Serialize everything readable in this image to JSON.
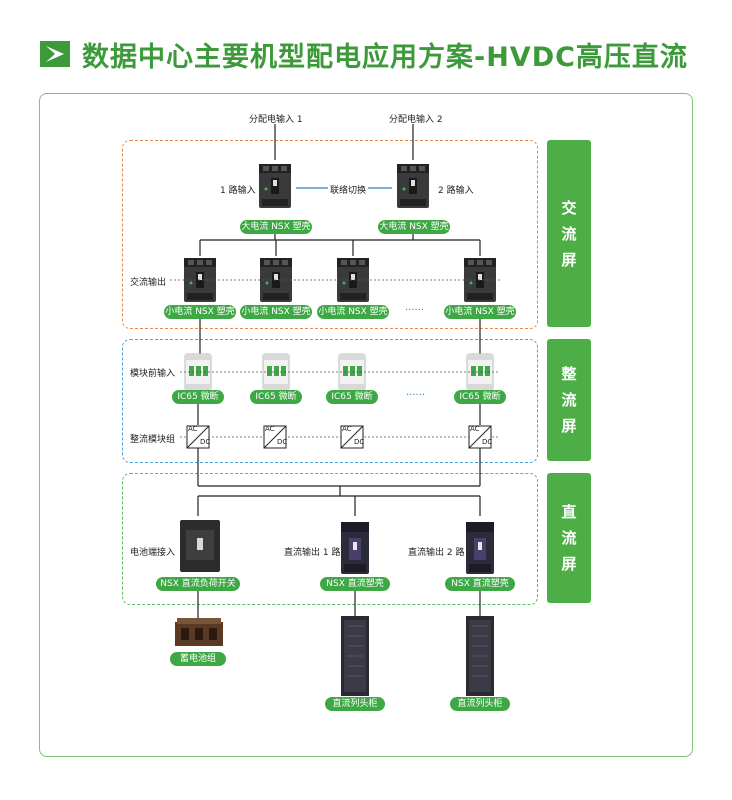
{
  "title": "数据中心主要机型配电应用方案-HVDC高压直流",
  "zones": {
    "ac_label": [
      "交",
      "流",
      "屏"
    ],
    "rect_label": [
      "整",
      "流",
      "屏"
    ],
    "dc_label": [
      "直",
      "流",
      "屏"
    ]
  },
  "inputs": {
    "in1": "分配电输入 1",
    "in2": "分配电输入 2",
    "line1": "1 路输入",
    "line2": "2 路输入",
    "tie": "联络切换"
  },
  "main_breakers": {
    "b1": "大电流 NSX 塑壳",
    "b2": "大电流 NSX 塑壳"
  },
  "ac_out": {
    "label": "交流输出",
    "items": [
      "小电流 NSX 塑壳",
      "小电流 NSX 塑壳",
      "小电流 NSX 塑壳",
      "小电流 NSX 塑壳"
    ],
    "ellipsis": "······"
  },
  "rect": {
    "module_label": "模块前输入",
    "mcb": [
      "IC65 微断",
      "IC65 微断",
      "IC65 微断",
      "IC65 微断"
    ],
    "conv_label": "整流模块组",
    "ac": "AC",
    "dc": "DC",
    "ellipsis": "······"
  },
  "dc": {
    "battery_label": "电池端接入",
    "out1_label": "直流输出 1 路",
    "out2_label": "直流输出 2 路",
    "switch": "NSX 直流负荷开关",
    "out1": "NSX 直流塑壳",
    "out2": "NSX 直流塑壳"
  },
  "loads": {
    "battery": "蓄电池组",
    "cab1": "直流列头柜",
    "cab2": "直流列头柜"
  },
  "colors": {
    "brand_green": "#3c9a3a",
    "ac_zone": "#e68a4c",
    "rect_zone": "#4aa3d8",
    "dc_zone": "#5cbb5a"
  }
}
